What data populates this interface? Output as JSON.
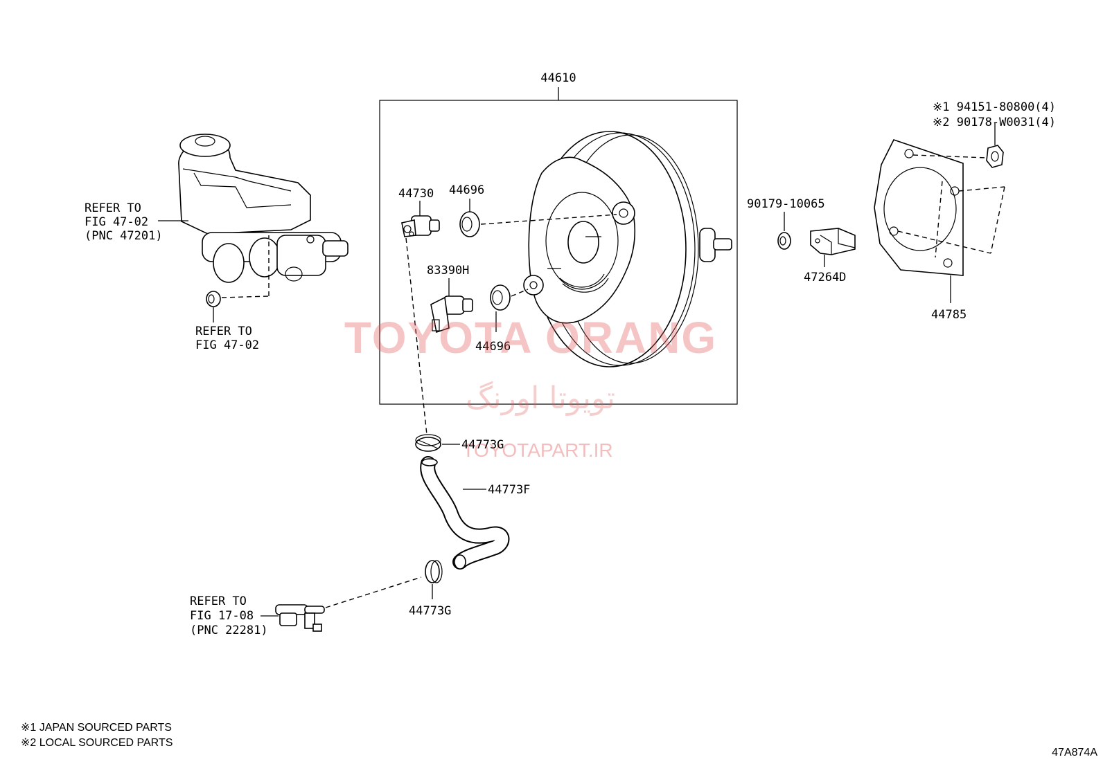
{
  "labels": {
    "booster": "44610",
    "check_valve": "44730",
    "grommet_upper": "44696",
    "grommet_lower": "44696",
    "sensor": "83390H",
    "clamp_upper": "44773G",
    "hose": "44773F",
    "clamp_lower": "44773G",
    "nut_9017910065": "90179-10065",
    "bracket": "47264D",
    "gasket": "44785",
    "bolt_ref1": "※1 94151-80800(4)",
    "bolt_ref2": "※2 90178-W0031(4)"
  },
  "refer_master_cylinder": [
    "REFER TO",
    "FIG 47-02",
    "(PNC 47201)"
  ],
  "refer_fig_47_02": [
    "REFER TO",
    "FIG 47-02"
  ],
  "refer_fig_17_08": [
    "REFER TO",
    "FIG 17-08",
    "(PNC 22281)"
  ],
  "notes": [
    "※1 JAPAN SOURCED PARTS",
    "※2 LOCAL SOURCED PARTS"
  ],
  "figure_code": "47A874A",
  "watermark": {
    "brand": "TOYOTA ORANG",
    "persian": "تویوتا اورنگ",
    "url": "TOYOTAPART.IR"
  }
}
